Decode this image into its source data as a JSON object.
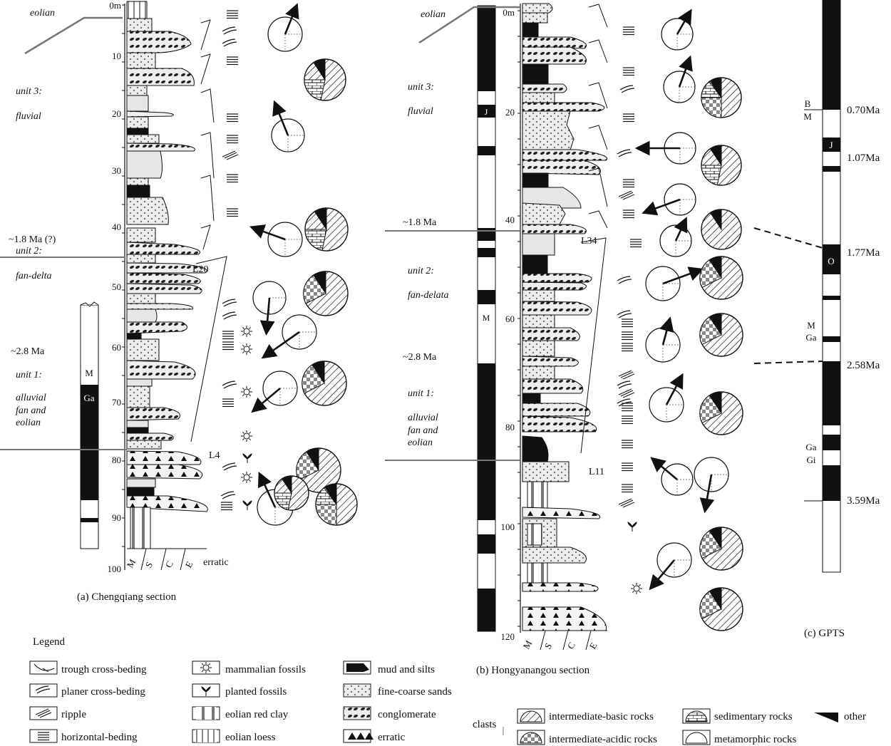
{
  "panels": {
    "a": {
      "caption": "(a) Chengqiang section",
      "depths": [
        "0m",
        "10",
        "20",
        "30",
        "40",
        "50",
        "60",
        "70",
        "80",
        "90",
        "100"
      ],
      "units": {
        "eolian": "eolian",
        "unit3_a": "unit 3:",
        "unit3_b": "fluvial",
        "boundary1": "~1.8 Ma (?)",
        "unit2_a": "unit 2:",
        "unit2_b": "fan-delta",
        "age2": "~2.8 Ma",
        "unit1_a": "unit 1:",
        "unit1_b": "alluvial",
        "unit1_c": "fan and",
        "unit1_d": "eolian"
      },
      "polarity": {
        "m": "M",
        "ga": "Ga"
      },
      "grain_axis": [
        "M",
        "S",
        "C",
        "E"
      ],
      "erratic": "erratic",
      "markers": {
        "l20": "L20",
        "l4": "L4"
      }
    },
    "b": {
      "caption": "(b) Hongyanangou section",
      "depths": [
        "0m",
        "20",
        "40",
        "60",
        "80",
        "100",
        "120"
      ],
      "units": {
        "eolian": "eolian",
        "unit3_a": "unit 3:",
        "unit3_b": "fluvial",
        "boundary1": "~1.8 Ma",
        "unit2_a": "unit 2:",
        "unit2_b": "fan-delata",
        "age2": "~2.8 Ma",
        "unit1_a": "unit 1:",
        "unit1_b": "alluvial",
        "unit1_c": "fan and",
        "unit1_d": "eolian"
      },
      "polarity": {
        "j": "J",
        "m": "M"
      },
      "grain_axis": [
        "M",
        "S",
        "C",
        "E"
      ],
      "markers": {
        "l34": "L34",
        "l11": "L11"
      }
    },
    "c": {
      "caption": "(c) GPTS",
      "labels": {
        "b": "B",
        "m1": "M",
        "j": "J",
        "o": "O",
        "m2": "M",
        "ga1": "Ga",
        "ga2": "Ga",
        "gi": "Gi"
      },
      "ages": [
        "0.70Ma",
        "1.07Ma",
        "1.77Ma",
        "2.58Ma",
        "3.59Ma"
      ]
    }
  },
  "legend": {
    "title": "Legend",
    "col1": [
      "trough cross-beding",
      "planer cross-beding",
      "ripple",
      "horizontal-beding"
    ],
    "col2": [
      "mammalian fossils",
      "planted fossils",
      "eolian red clay",
      "eolian loess"
    ],
    "col3": [
      "mud and silts",
      "fine-coarse sands",
      "conglomerate",
      "erratic"
    ],
    "clasts_label": "clasts",
    "clasts": [
      "intermediate-basic rocks",
      "intermediate-acidic rocks",
      "sedimentary rocks",
      "metamorphic rocks",
      "other"
    ]
  },
  "colors": {
    "ink": "#111111",
    "rule": "#777777",
    "sand": "#e6e6e6",
    "redclay": "#777777"
  }
}
